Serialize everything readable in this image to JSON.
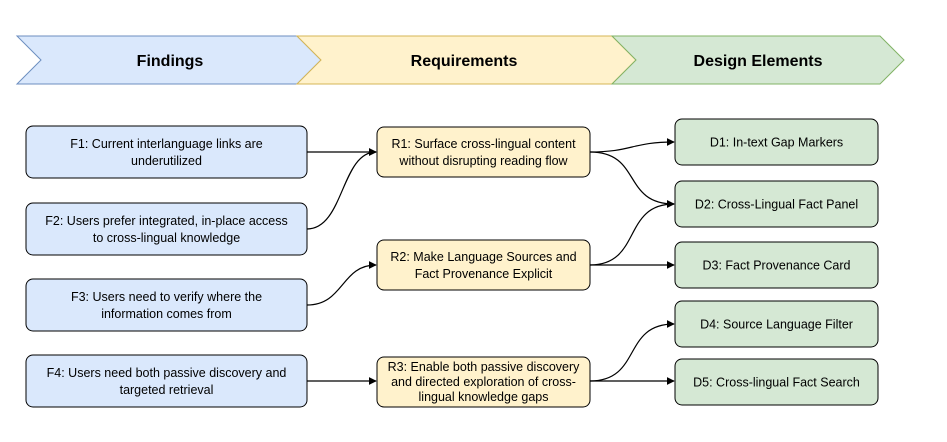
{
  "colors": {
    "findings_fill": "#dae8fc",
    "findings_stroke": "#6c8ebf",
    "requirements_fill": "#fff2cc",
    "requirements_stroke": "#d6b656",
    "design_fill": "#d5e8d4",
    "design_stroke": "#82b366",
    "node_stroke": "#000000",
    "edge": "#000000"
  },
  "headers": {
    "findings": "Findings",
    "requirements": "Requirements",
    "design": "Design Elements"
  },
  "findings": [
    {
      "id": "F1",
      "lines": [
        "F1: Current interlanguage links are",
        "underutilized"
      ]
    },
    {
      "id": "F2",
      "lines": [
        "F2: Users prefer integrated, in-place access",
        "to cross-lingual knowledge"
      ]
    },
    {
      "id": "F3",
      "lines": [
        "F3: Users need to verify where the",
        "information comes from"
      ]
    },
    {
      "id": "F4",
      "lines": [
        "F4: Users need both passive discovery and",
        "targeted retrieval"
      ]
    }
  ],
  "requirements": [
    {
      "id": "R1",
      "lines": [
        "R1: Surface cross-lingual content",
        "without disrupting reading flow"
      ]
    },
    {
      "id": "R2",
      "lines": [
        "R2:  Make Language Sources and",
        "Fact Provenance Explicit"
      ]
    },
    {
      "id": "R3",
      "lines": [
        "R3: Enable both passive discovery",
        "and directed exploration of cross-",
        "lingual knowledge gaps"
      ]
    }
  ],
  "design_elements": [
    {
      "id": "D1",
      "lines": [
        "D1: In-text Gap Markers"
      ]
    },
    {
      "id": "D2",
      "lines": [
        "D2: Cross-Lingual Fact Panel"
      ]
    },
    {
      "id": "D3",
      "lines": [
        "D3: Fact Provenance Card"
      ]
    },
    {
      "id": "D4",
      "lines": [
        "D4: Source Language Filter"
      ]
    },
    {
      "id": "D5",
      "lines": [
        "D5:  Cross-lingual Fact Search"
      ]
    }
  ],
  "edges": [
    {
      "from": "F1",
      "to": "R1"
    },
    {
      "from": "F2",
      "to": "R1"
    },
    {
      "from": "F3",
      "to": "R2"
    },
    {
      "from": "F4",
      "to": "R3"
    },
    {
      "from": "R1",
      "to": "D1"
    },
    {
      "from": "R1",
      "to": "D2"
    },
    {
      "from": "R2",
      "to": "D2"
    },
    {
      "from": "R2",
      "to": "D3"
    },
    {
      "from": "R3",
      "to": "D4"
    },
    {
      "from": "R3",
      "to": "D5"
    }
  ]
}
